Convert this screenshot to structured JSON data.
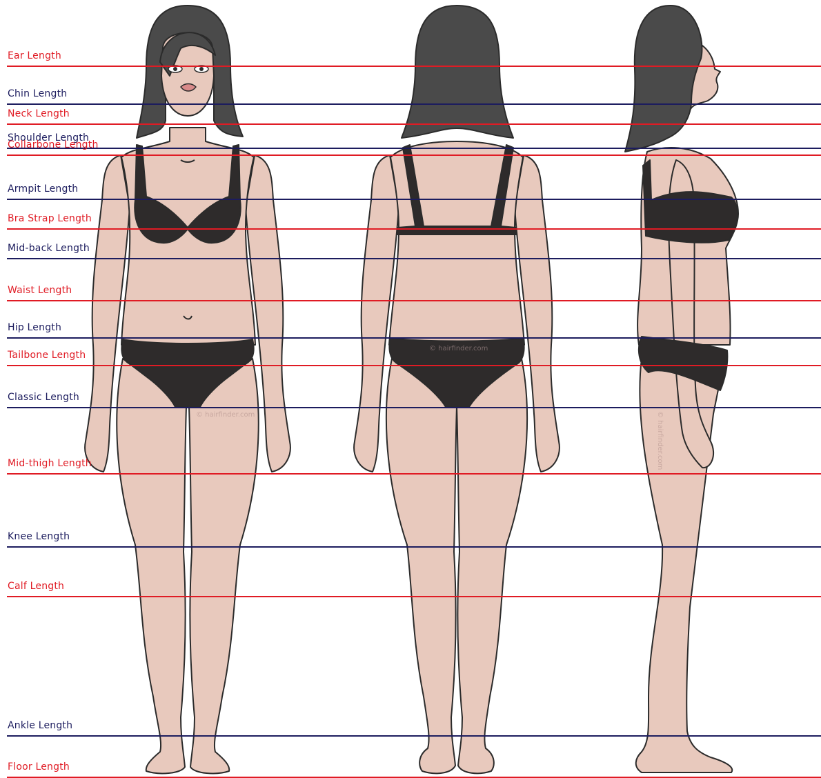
{
  "colors": {
    "red_line": "#e01b24",
    "navy_line": "#1c1c5e",
    "skin": "#e8c9bd",
    "outline": "#2b2b2b",
    "hair": "#4a4a4a",
    "underwear": "#2e2b2b",
    "watermark": "#d9a9a3"
  },
  "figures": {
    "front_watermark": "© hairfinder.com",
    "back_watermark": "© hairfinder.com",
    "side_watermark": "© hairfinder.com"
  },
  "guides": [
    {
      "label": "Ear Length",
      "color": "red"
    },
    {
      "label": "Chin Length",
      "color": "navy"
    },
    {
      "label": "Neck Length",
      "color": "red"
    },
    {
      "label": "Shoulder Length",
      "color": "navy"
    },
    {
      "label": "Collarbone Length",
      "color": "red"
    },
    {
      "label": "Armpit Length",
      "color": "navy"
    },
    {
      "label": "Bra Strap Length",
      "color": "red"
    },
    {
      "label": "Mid-back Length",
      "color": "navy"
    },
    {
      "label": "Waist Length",
      "color": "red"
    },
    {
      "label": "Hip Length",
      "color": "navy"
    },
    {
      "label": "Tailbone Length",
      "color": "red"
    },
    {
      "label": "Classic Length",
      "color": "navy"
    },
    {
      "label": "Mid-thigh Length",
      "color": "red"
    },
    {
      "label": "Knee Length",
      "color": "navy"
    },
    {
      "label": "Calf Length",
      "color": "red"
    },
    {
      "label": "Ankle Length",
      "color": "navy"
    },
    {
      "label": "Floor Length",
      "color": "red"
    }
  ]
}
